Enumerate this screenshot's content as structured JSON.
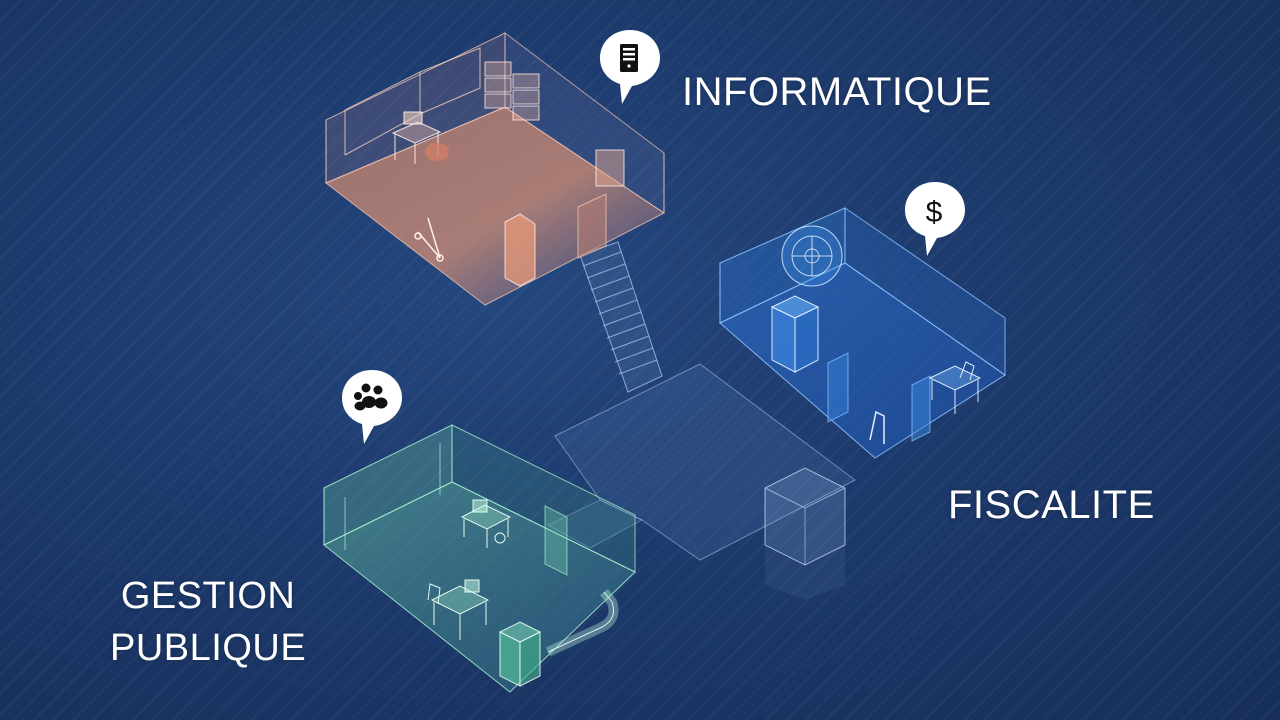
{
  "rooms": {
    "informatique": {
      "label": "INFORMATIQUE",
      "pin_icon": "computer-tower-icon",
      "color": "#e39a7c"
    },
    "fiscalite": {
      "label": "FISCALITE",
      "pin_icon": "dollar-icon",
      "color": "#4aa3ff"
    },
    "gestion_publique": {
      "label_line1": "GESTION",
      "label_line2": "PUBLIQUE",
      "pin_icon": "people-group-icon",
      "color": "#7fe0b8"
    }
  },
  "colors": {
    "background": "#1f3a6e",
    "glass": "#bcd8f5",
    "pin": "#ffffff"
  }
}
